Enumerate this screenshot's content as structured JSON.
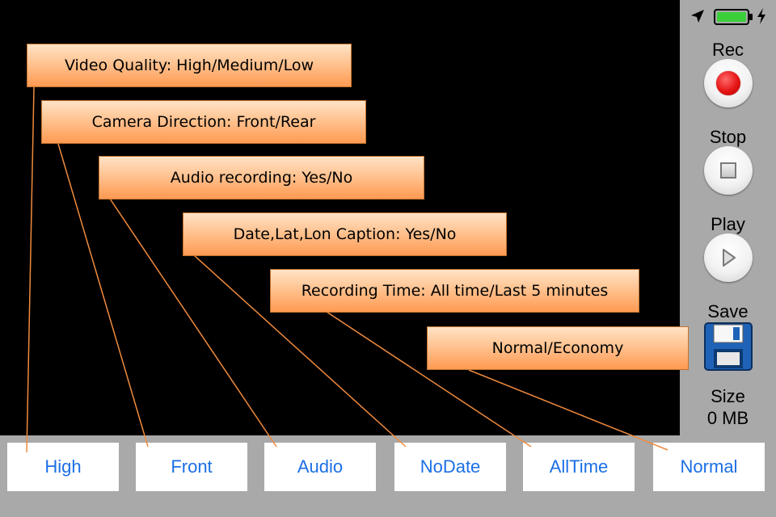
{
  "status_bar": {
    "location_icon": "location-arrow-icon",
    "battery_icon": "battery-icon",
    "charging_icon": "lightning-bolt-icon",
    "battery_color": "#3ccf3c"
  },
  "controls": {
    "rec_label": "Rec",
    "stop_label": "Stop",
    "play_label": "Play",
    "save_label": "Save",
    "size_label": "Size",
    "size_value": "0 MB",
    "rec_icon": "record-icon",
    "stop_icon": "stop-icon",
    "play_icon": "play-icon",
    "save_icon": "floppy-disk-icon",
    "rec_color": "#e51515",
    "save_color": "#1f63b8"
  },
  "bottom_buttons": [
    {
      "label": "High"
    },
    {
      "label": "Front"
    },
    {
      "label": "Audio"
    },
    {
      "label": "NoDate"
    },
    {
      "label": "AllTime"
    },
    {
      "label": "Normal"
    }
  ],
  "callouts": [
    {
      "text": "Video Quality: High/Medium/Low"
    },
    {
      "text": "Camera Direction: Front/Rear"
    },
    {
      "text": "Audio recording: Yes/No"
    },
    {
      "text": "Date,Lat,Lon Caption: Yes/No"
    },
    {
      "text": "Recording Time: All time/Last 5 minutes"
    },
    {
      "text": "Normal/Economy"
    }
  ],
  "colors": {
    "button_text": "#1b6fe6",
    "panel_background": "#a9a9a9",
    "callout_fill": "#ffc391",
    "leader_line": "#f08a3c"
  }
}
